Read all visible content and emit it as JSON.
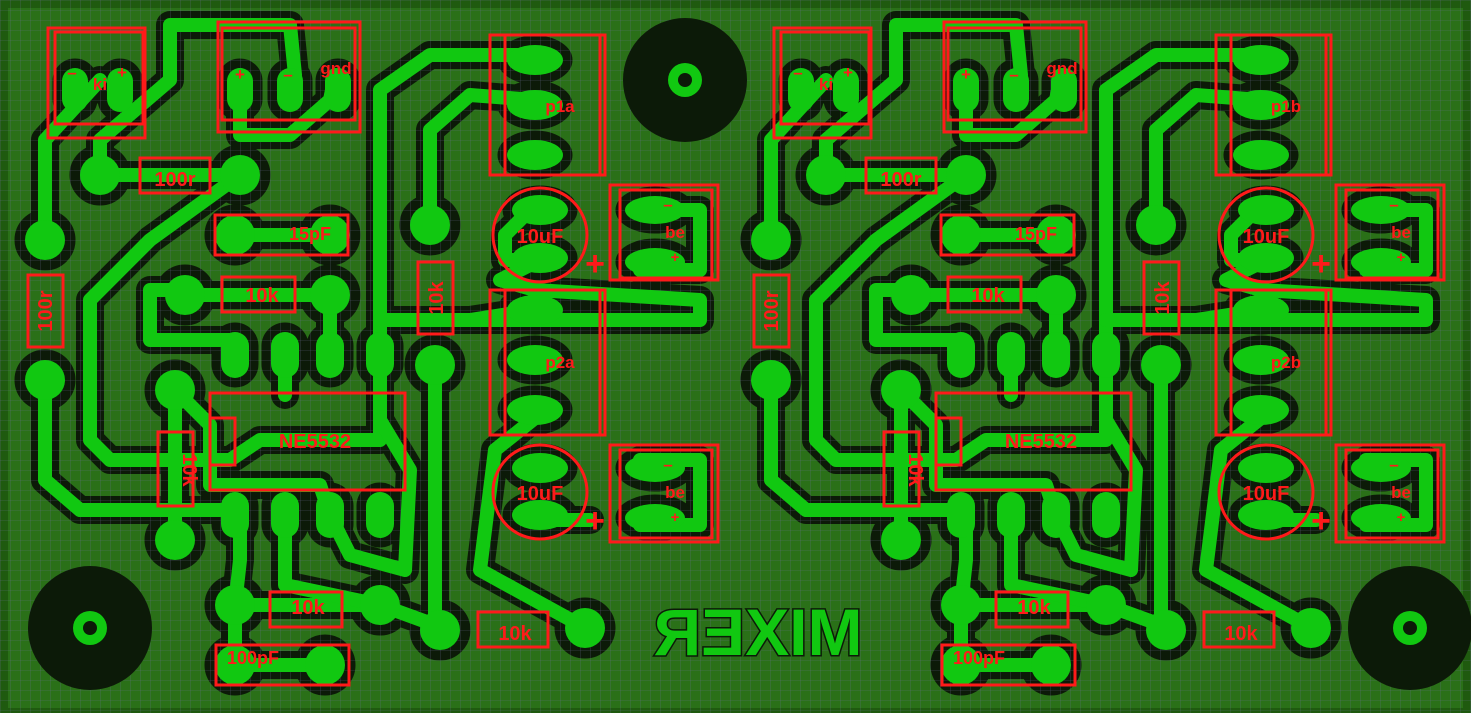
{
  "colors": {
    "background": "#ffffff",
    "board": "#1f5a0f",
    "ground_fill": "#2a7018",
    "isolation": "#0c1a08",
    "grid": "#6f6f9a",
    "copper": "#11c811",
    "silkscreen": "#ff1a1a"
  },
  "board_text": "MIXER",
  "channels": [
    {
      "id": "a",
      "connectors": {
        "in": "ki",
        "supply": "gnd",
        "pot1": "p1a",
        "pot2": "p2a",
        "out1": "be",
        "out2": "be"
      },
      "pin_marks": {
        "minus": "–",
        "plus": "+"
      },
      "resistors": {
        "r_feedback_top": "100r",
        "r_vertical_left": "100r",
        "r_mid": "10k",
        "r_tall": "10k",
        "r_low": "10k",
        "r_bottom": "10k",
        "r_output": "10k"
      },
      "capacitors": {
        "c_small": "15pF",
        "c_bottom": "100pF",
        "c_elko1": "10uF",
        "c_elko2": "10uF"
      },
      "ic": "NE5532"
    },
    {
      "id": "b",
      "connectors": {
        "in": "ki",
        "supply": "gnd",
        "pot1": "p1b",
        "pot2": "p2b",
        "out1": "be",
        "out2": "be"
      },
      "pin_marks": {
        "minus": "–",
        "plus": "+"
      },
      "resistors": {
        "r_feedback_top": "100r",
        "r_vertical_left": "100r",
        "r_mid": "10k",
        "r_tall": "10k",
        "r_low": "10k",
        "r_bottom": "10k",
        "r_output": "10k"
      },
      "capacitors": {
        "c_small": "15pF",
        "c_bottom": "100pF",
        "c_elko1": "10uF",
        "c_elko2": "10uF"
      },
      "ic": "NE5532"
    }
  ]
}
